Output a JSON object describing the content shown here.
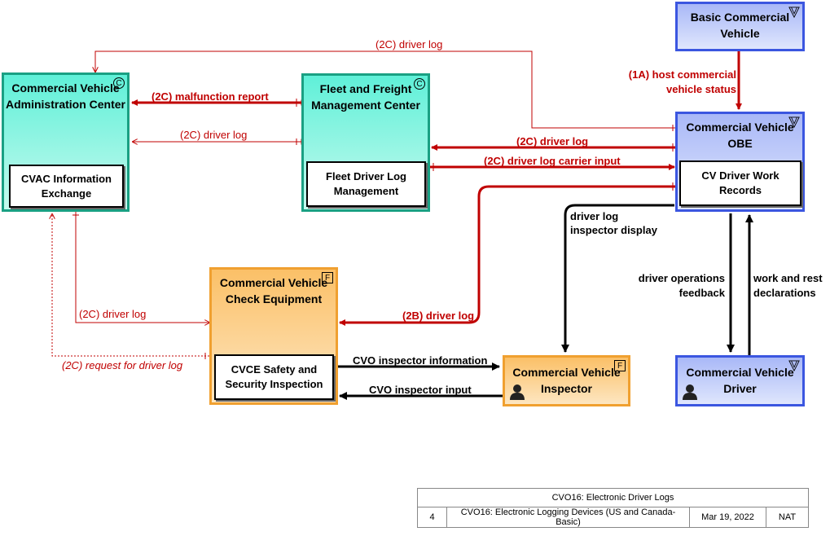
{
  "nodes": {
    "cvac": {
      "title": "Commercial Vehicle Administration Center",
      "badge": "C",
      "inner": "CVAC Information Exchange"
    },
    "ffm": {
      "title": "Fleet and Freight Management Center",
      "badge": "C",
      "inner": "Fleet Driver Log Management"
    },
    "bcv": {
      "title": "Basic Commercial Vehicle"
    },
    "obe": {
      "title": "Commercial Vehicle OBE",
      "inner": "CV Driver Work Records"
    },
    "cvce": {
      "title": "Commercial Vehicle Check Equipment",
      "badge": "F",
      "inner": "CVCE Safety and Security Inspection"
    },
    "insp": {
      "title": "Commercial Vehicle Inspector",
      "badge": "F"
    },
    "driver": {
      "title": "Commercial Vehicle Driver"
    }
  },
  "flows": {
    "f_top_driver_log": "(2C) driver log",
    "f_host_status": "(1A) host commercial vehicle status",
    "f_malfunction": "(2C) malfunction report",
    "f_ffm_cvac_log": "(2C) driver log",
    "f_obe_ffm_log": "(2C) driver log",
    "f_carrier_input": "(2C) driver log carrier input",
    "f_inspector_display": "driver log inspector display",
    "f_ops_feedback": "driver operations feedback",
    "f_work_rest": "work and rest declarations",
    "f_cvac_cvce_log": "(2C) driver log",
    "f_request_log": "(2C) request for driver log",
    "f_2b_log": "(2B) driver log",
    "f_cvo_info": "CVO inspector information",
    "f_cvo_input": "CVO inspector input"
  },
  "colors": {
    "interface_red": "#c00000",
    "user_black": "#000000"
  },
  "footer": {
    "title": "CVO16: Electronic Driver Logs",
    "number": "4",
    "name": "CVO16: Electronic Logging Devices (US and Canada-Basic)",
    "date": "Mar 19, 2022",
    "scope": "NAT"
  }
}
